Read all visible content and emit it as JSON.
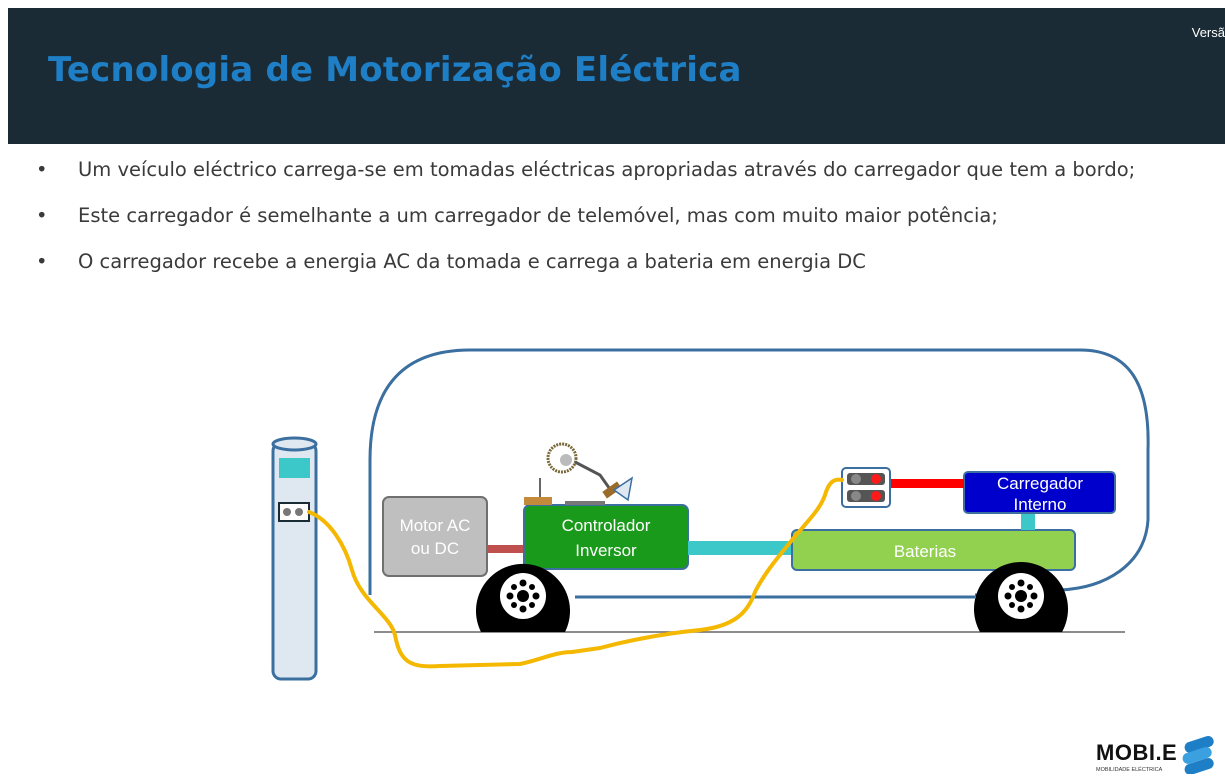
{
  "header": {
    "title": "Tecnologia de Motorização Eléctrica",
    "version": "Versã"
  },
  "bullets": [
    "Um veículo eléctrico carrega-se em tomadas  eléctricas apropriadas através do carregador que tem a bordo;",
    "Este carregador é semelhante a um carregador de telemóvel, mas com muito maior potência;",
    "O carregador recebe a energia AC da tomada e carrega a bateria em energia DC"
  ],
  "diagram": {
    "motor": [
      "Motor AC",
      "ou DC"
    ],
    "controller": [
      "Controlador",
      "Inversor"
    ],
    "batteries": "Baterias",
    "charger": [
      "Carregador",
      "Interno"
    ]
  },
  "colors": {
    "header_bg": "#1b2b36",
    "title": "#1e7fc6",
    "controller": "#1a9a1a",
    "batteries": "#92d050",
    "charger": "#0000cc",
    "cable": "#f5b800",
    "link": "#3cc8c8",
    "dc_line": "#ff0000"
  },
  "logo": {
    "name": "MOBI.E",
    "subtitle": "MOBILIDADE ELÉCTRICA"
  }
}
